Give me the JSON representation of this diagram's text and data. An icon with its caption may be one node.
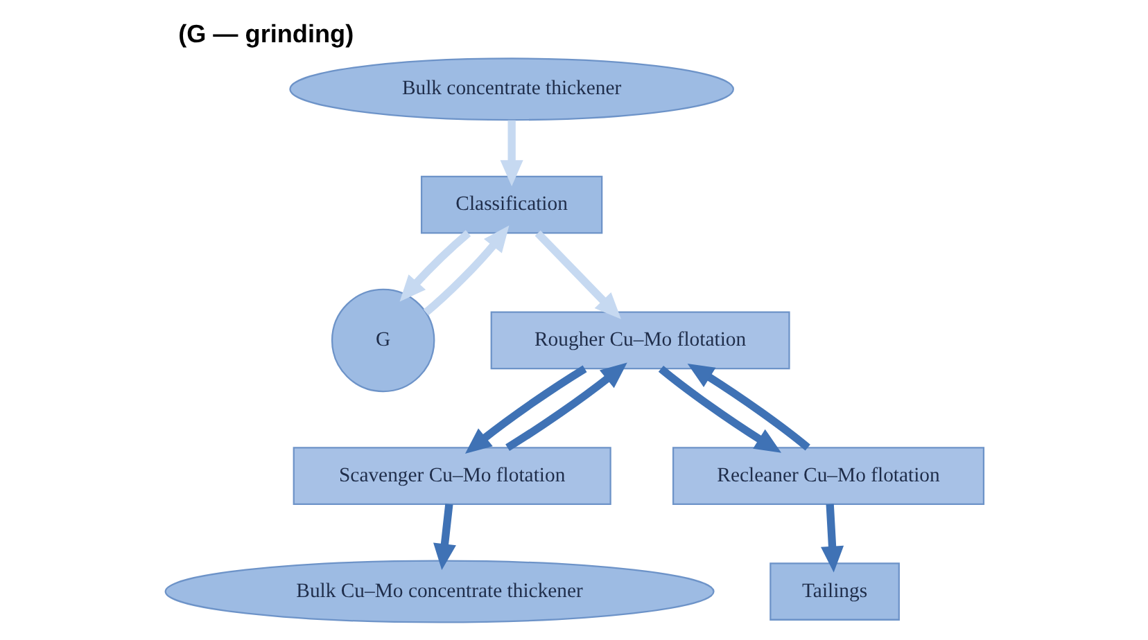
{
  "diagram": {
    "title": "(G — grinding)",
    "nodes": [
      {
        "text": [
          "Bulk concentrate thickener"
        ]
      },
      {
        "text": [
          "Classification"
        ]
      },
      {
        "text": [
          "G"
        ]
      },
      {
        "text": [
          "Rougher Cu–Mo flotation"
        ]
      },
      {
        "text": [
          "Scavenger Cu–Mo flotation"
        ]
      },
      {
        "text": [
          "Recleaner Cu–Mo flotation"
        ]
      },
      {
        "text": [
          "Tailings"
        ]
      },
      {
        "text": [
          "Bulk Cu–Mo concentrate thickener"
        ]
      }
    ],
    "edges": [
      {
        "from": 0,
        "to": 1,
        "arrow": "to",
        "color": "#c6d9f1"
      },
      {
        "from": 1,
        "to": 2,
        "arrow": "to",
        "color": "#c6d9f1"
      },
      {
        "from": 2,
        "to": 1,
        "arrow": "to",
        "color": "#c6d9f1"
      },
      {
        "from": 1,
        "to": 3,
        "arrow": "to",
        "color": "#c6d9f1"
      },
      {
        "from": 3,
        "to": 4,
        "arrow": "to"
      },
      {
        "from": 3,
        "to": 5,
        "arrow": "to"
      },
      {
        "from": 4,
        "to": 3,
        "arrow": "to"
      },
      {
        "from": 5,
        "to": 3,
        "arrow": "to"
      },
      {
        "from": 5,
        "to": 6,
        "arrow": "to"
      },
      {
        "from": 4,
        "to": 7,
        "arrow": "to"
      }
    ]
  }
}
